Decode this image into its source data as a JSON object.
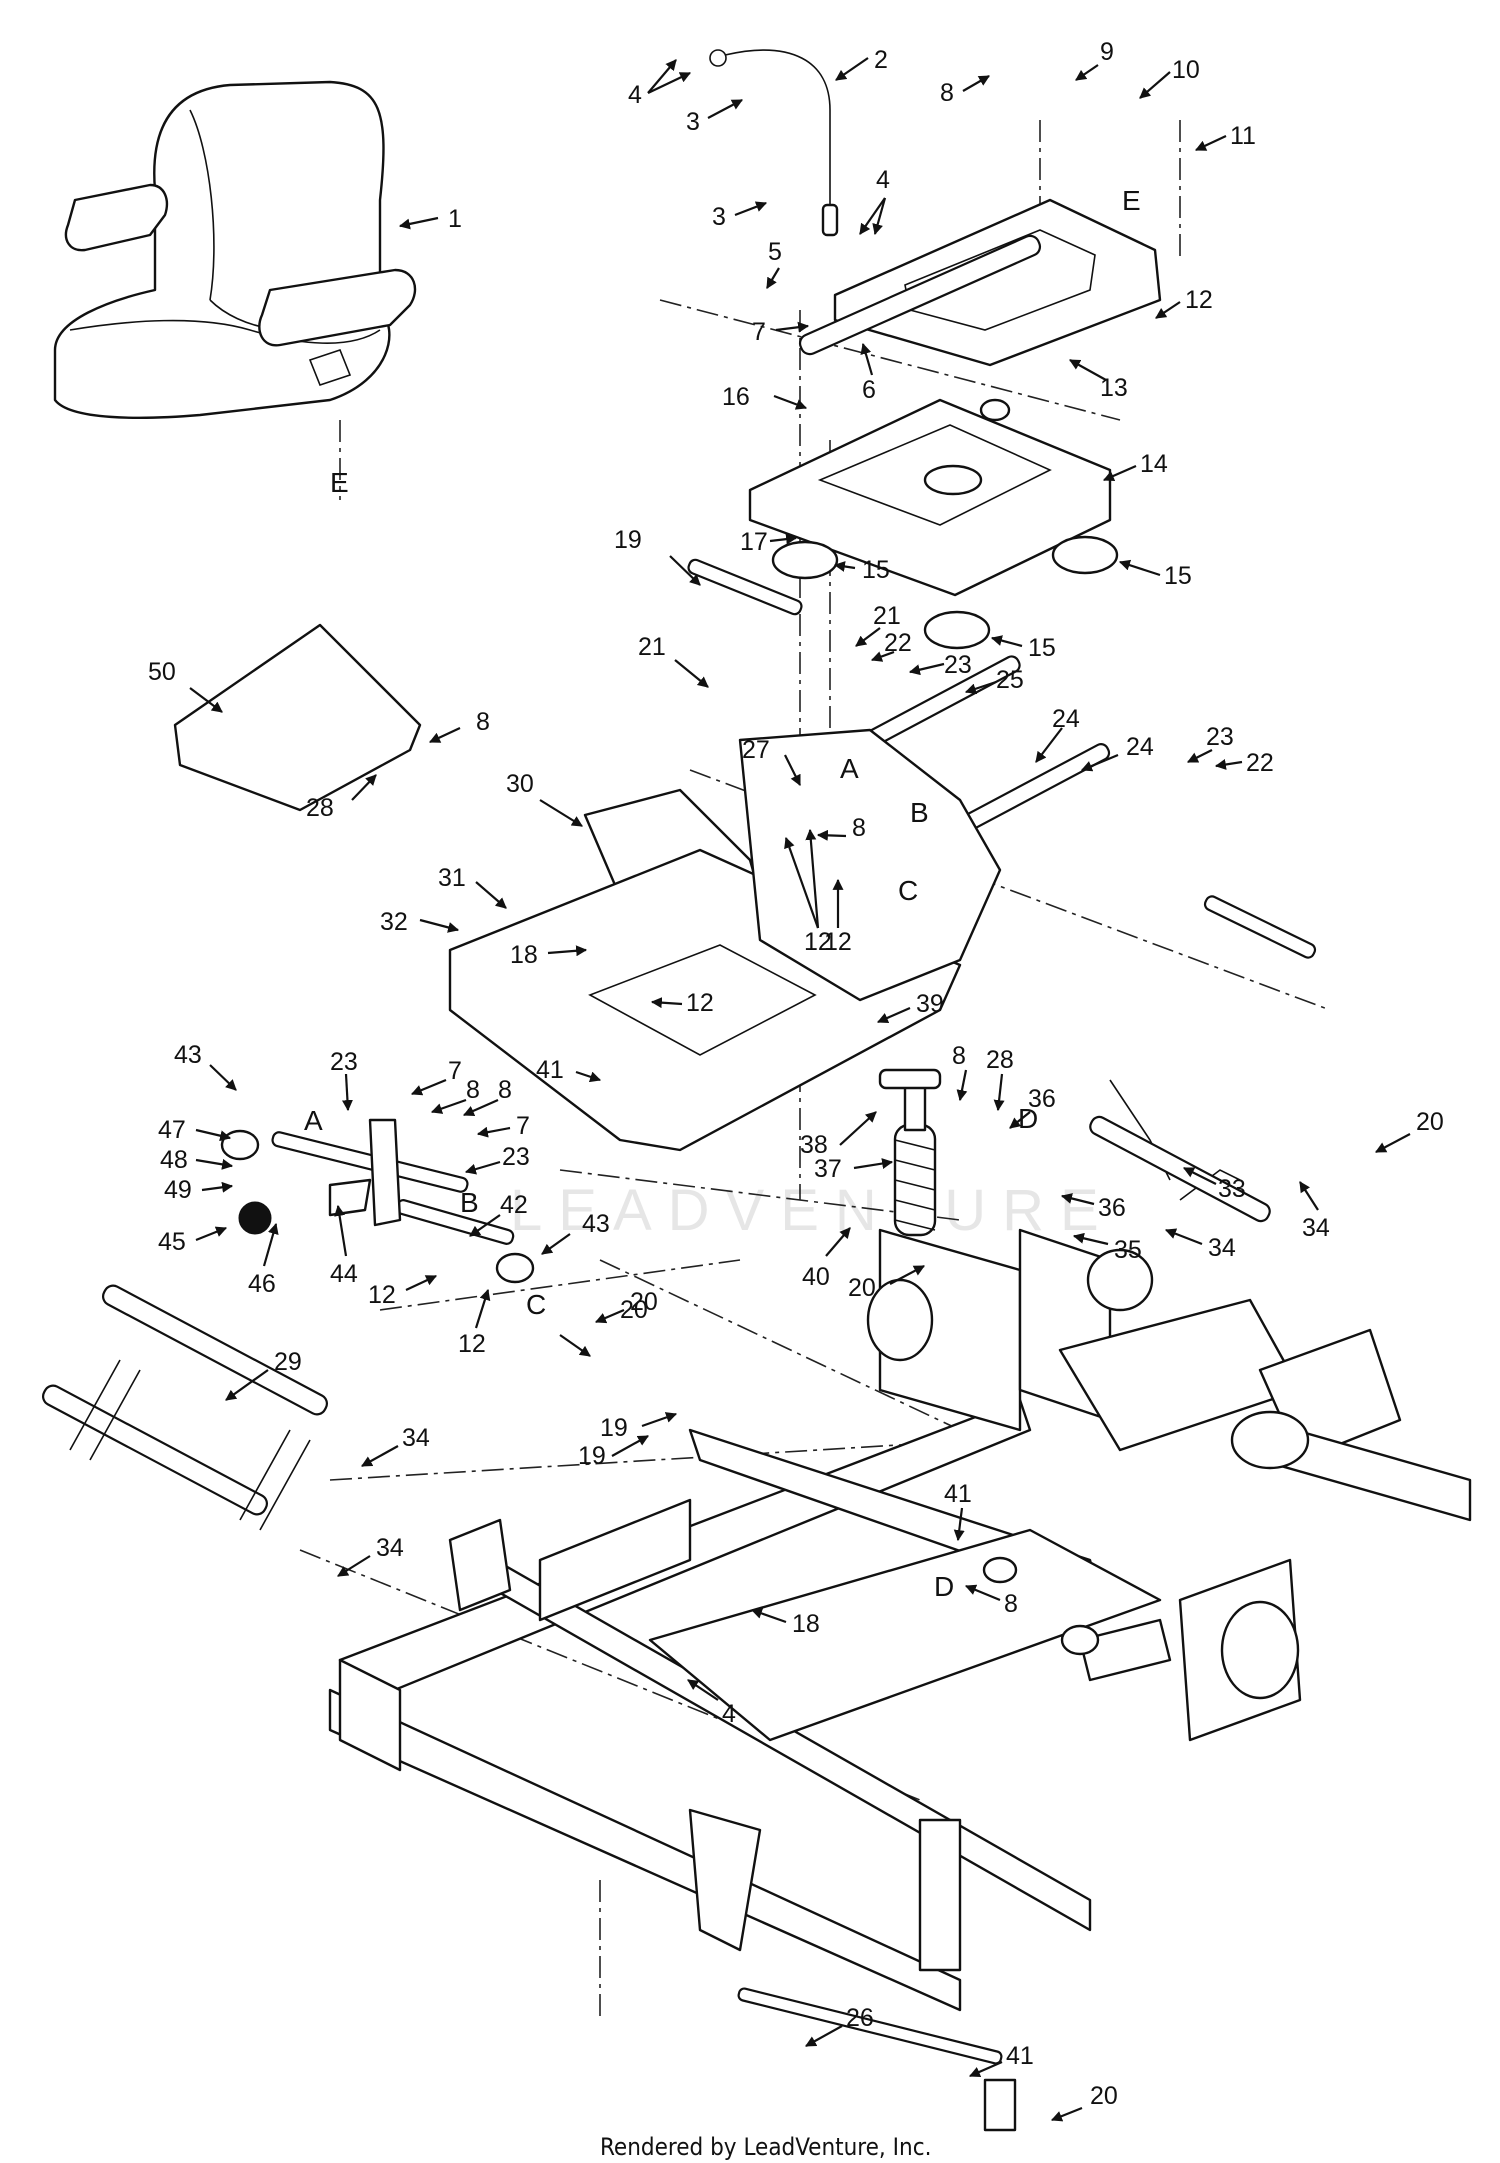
{
  "diagram": {
    "callouts": [
      "1",
      "2",
      "3",
      "3",
      "4",
      "4",
      "5",
      "6",
      "7",
      "8",
      "9",
      "10",
      "11",
      "12",
      "13",
      "14",
      "15",
      "15",
      "15",
      "16",
      "17",
      "19",
      "21",
      "21",
      "22",
      "22",
      "23",
      "23",
      "24",
      "24",
      "25",
      "27",
      "8",
      "12",
      "12",
      "50",
      "8",
      "28",
      "30",
      "31",
      "32",
      "18",
      "12",
      "39",
      "43",
      "23",
      "7",
      "8",
      "8",
      "7",
      "23",
      "41",
      "8",
      "28",
      "36",
      "47",
      "48",
      "49",
      "45",
      "46",
      "44",
      "42",
      "12",
      "43",
      "12",
      "38",
      "37",
      "36",
      "35",
      "33",
      "34",
      "34",
      "20",
      "40",
      "20",
      "20",
      "29",
      "34",
      "19",
      "34",
      "41",
      "8",
      "18",
      "4",
      "26",
      "41",
      "20",
      "19",
      "20"
    ],
    "assembly_refs": [
      "A",
      "A",
      "B",
      "B",
      "C",
      "C",
      "D",
      "D",
      "E",
      "E"
    ]
  },
  "watermark": "LEADVENTURE",
  "footer": "Rendered by LeadVenture, Inc."
}
